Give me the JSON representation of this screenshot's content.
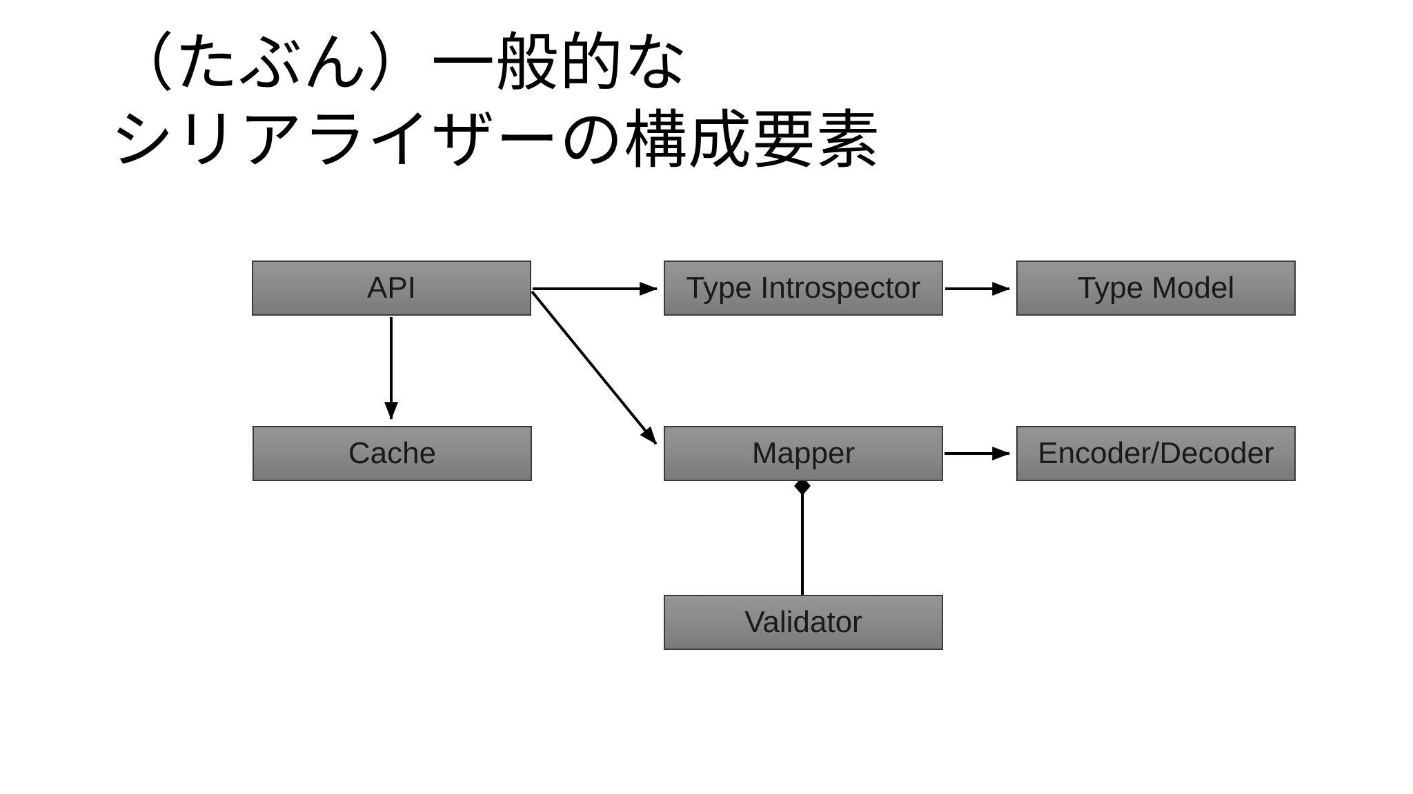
{
  "slide": {
    "title_line1": "（たぶん）一般的な",
    "title_line2": "シリアライザーの構成要素"
  },
  "diagram": {
    "nodes": [
      {
        "id": "api",
        "label": "API"
      },
      {
        "id": "type-introspector",
        "label": "Type Introspector"
      },
      {
        "id": "type-model",
        "label": "Type Model"
      },
      {
        "id": "cache",
        "label": "Cache"
      },
      {
        "id": "mapper",
        "label": "Mapper"
      },
      {
        "id": "encoder-decoder",
        "label": "Encoder/Decoder"
      },
      {
        "id": "validator",
        "label": "Validator"
      }
    ],
    "edges": [
      {
        "from": "API",
        "to": "Type Introspector",
        "connector": "arrow"
      },
      {
        "from": "Type Introspector",
        "to": "Type Model",
        "connector": "arrow"
      },
      {
        "from": "API",
        "to": "Cache",
        "connector": "arrow"
      },
      {
        "from": "API",
        "to": "Mapper",
        "connector": "arrow"
      },
      {
        "from": "Mapper",
        "to": "Encoder/Decoder",
        "connector": "arrow"
      },
      {
        "from": "Mapper",
        "to": "Validator",
        "connector": "line-with-diamond-at-mapper-end"
      }
    ],
    "colors": {
      "background": "#ffffff",
      "node_fill_top": "#959595",
      "node_fill_bottom": "#7a7a7a",
      "node_border": "#3a3a3a",
      "node_text": "#1a1a1a",
      "connector": "#000000",
      "title_text": "#000000"
    }
  }
}
